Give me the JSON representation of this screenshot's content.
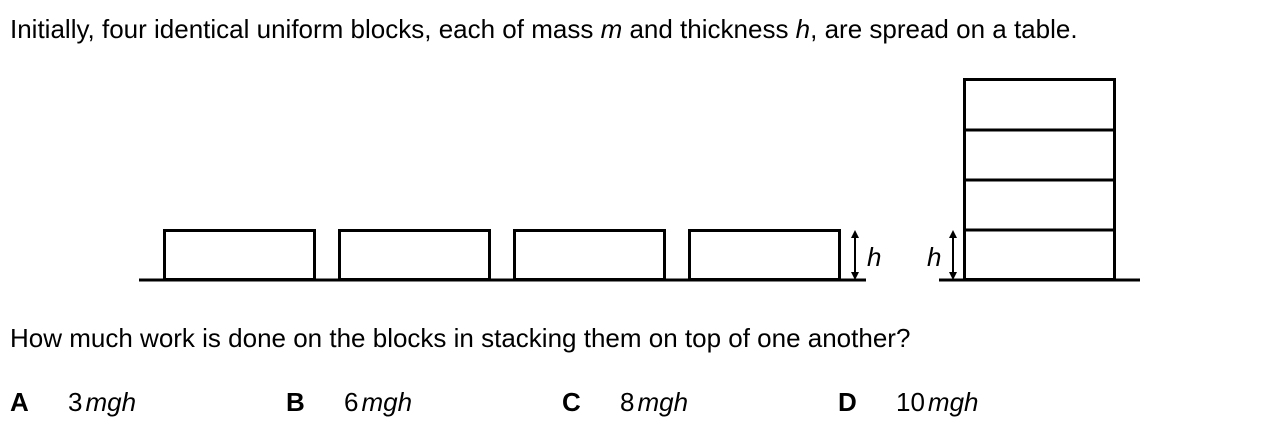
{
  "question": {
    "stem": {
      "part1": "Initially, four identical uniform blocks, each of mass ",
      "var_m": "m",
      "part2": " and thickness ",
      "var_h": "h",
      "part3": ", are spread on a table."
    },
    "prompt": "How much work is done on the blocks in stacking them on top of one another?"
  },
  "figure": {
    "left_label": "h",
    "right_label": "h",
    "spread_block_count": 4,
    "stacked_block_count": 4
  },
  "options": [
    {
      "letter": "A",
      "number": "3",
      "symbol": "mgh"
    },
    {
      "letter": "B",
      "number": "6",
      "symbol": "mgh"
    },
    {
      "letter": "C",
      "number": "8",
      "symbol": "mgh"
    },
    {
      "letter": "D",
      "number": "10",
      "symbol": "mgh"
    }
  ]
}
